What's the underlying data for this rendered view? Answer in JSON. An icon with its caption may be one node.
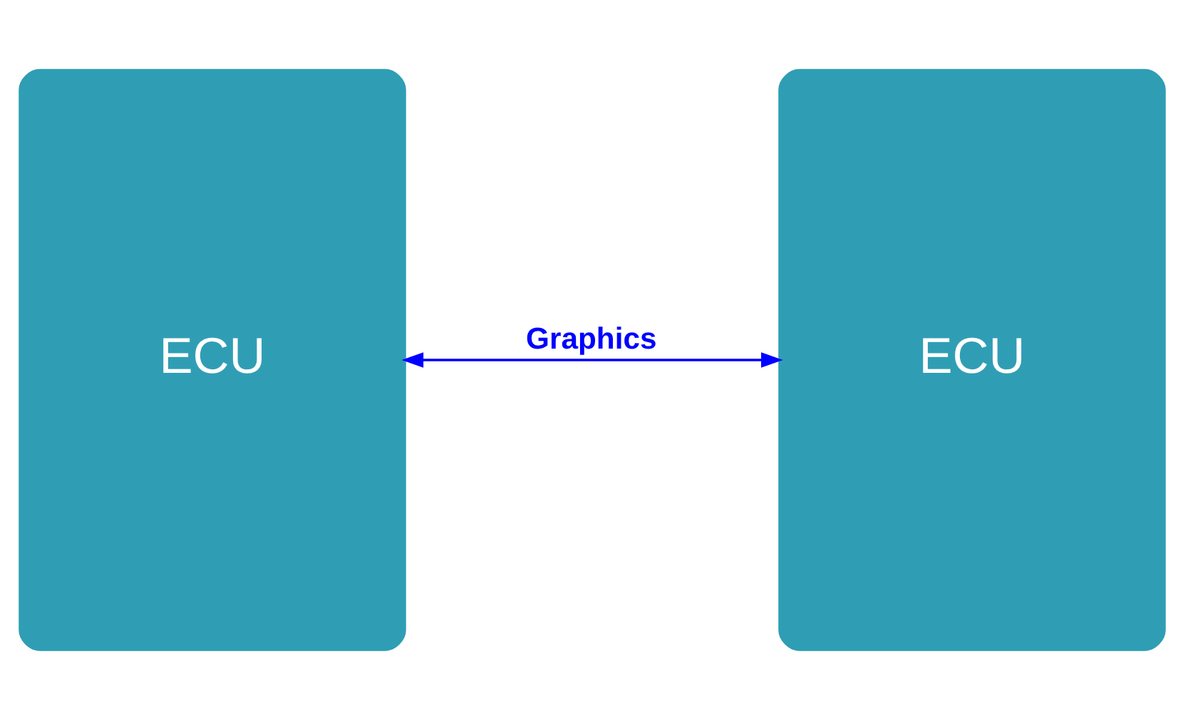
{
  "diagram": {
    "nodes": [
      {
        "text": [
          "ECU"
        ]
      },
      {
        "text": [
          "ECU"
        ]
      }
    ],
    "edges": [
      {
        "from": 0,
        "to": 1,
        "arrow": "both",
        "label": "Graphics",
        "color": "#0000ff"
      }
    ]
  }
}
